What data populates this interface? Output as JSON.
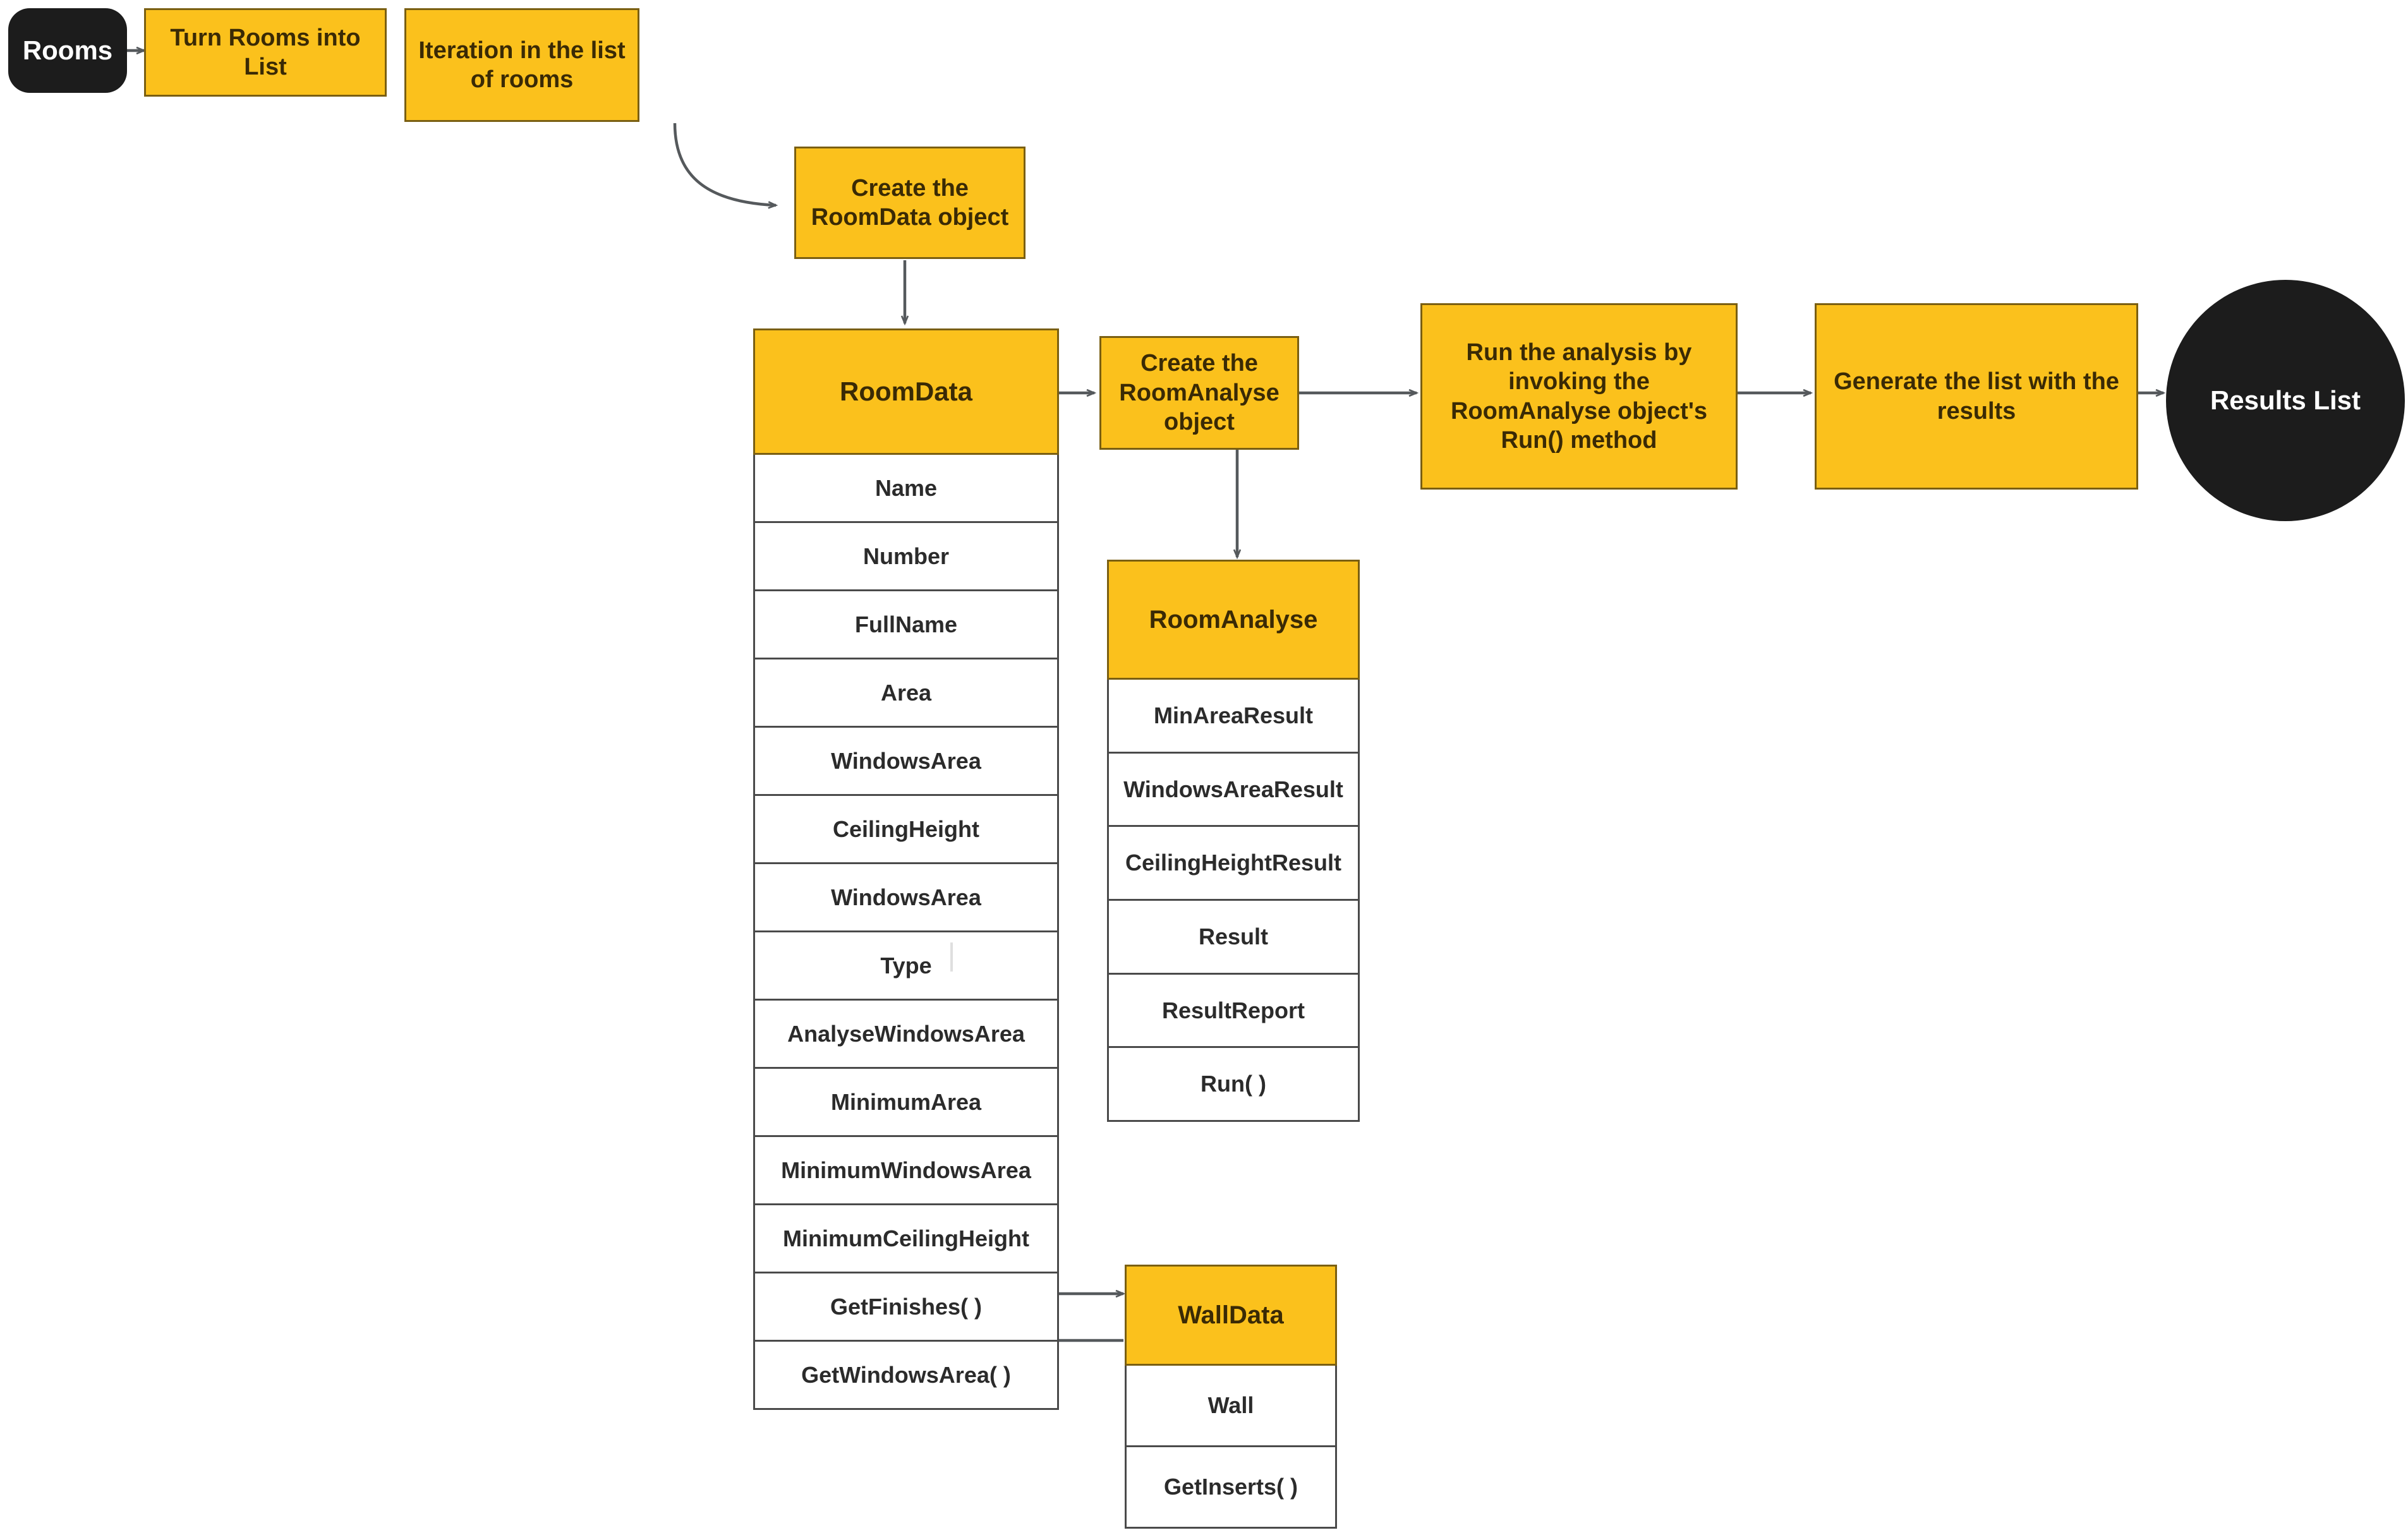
{
  "diagram": {
    "title": "Room Analysis Flow Diagram",
    "colors": {
      "process_fill": "#fbc11c",
      "process_border": "#7a5f12",
      "terminator_fill": "#1c1c1c",
      "terminator_text": "#ffffff",
      "row_border": "#4a4a4a",
      "background": "#ffffff",
      "arrow": "#55595c"
    }
  },
  "nodes": {
    "rooms": {
      "label": "Rooms",
      "shape": "rounded-terminator"
    },
    "turn_rooms_into_list": {
      "label": "Turn Rooms into List",
      "shape": "process"
    },
    "iteration_in_list": {
      "label": "Iteration in the list of rooms",
      "shape": "process"
    },
    "create_roomdata": {
      "label": "Create the RoomData object",
      "shape": "process"
    },
    "create_roomanalyse": {
      "label": "Create the RoomAnalyse object",
      "shape": "process"
    },
    "run_analysis": {
      "label": "Run the analysis by invoking the RoomAnalyse object's Run() method",
      "shape": "process"
    },
    "generate_list": {
      "label": "Generate the list with the results",
      "shape": "process"
    },
    "results_list": {
      "label": "Results List",
      "shape": "ellipse-terminator"
    }
  },
  "classes": {
    "roomdata": {
      "name": "RoomData",
      "members": [
        "Name",
        "Number",
        "FullName",
        "Area",
        "WindowsArea",
        "CeilingHeight",
        "WindowsArea",
        "Type",
        "AnalyseWindowsArea",
        "MinimumArea",
        "MinimumWindowsArea",
        "MinimumCeilingHeight",
        "GetFinishes( )",
        "GetWindowsArea( )"
      ]
    },
    "roomanalyse": {
      "name": "RoomAnalyse",
      "members": [
        "MinAreaResult",
        "WindowsAreaResult",
        "CeilingHeightResult",
        "Result",
        "ResultReport",
        "Run( )"
      ]
    },
    "walldata": {
      "name": "WallData",
      "members": [
        "Wall",
        "GetInserts( )"
      ]
    }
  },
  "edges": [
    {
      "from": "rooms",
      "to": "turn_rooms_into_list",
      "style": "straight"
    },
    {
      "from": "turn_rooms_into_list",
      "to": "iteration_in_list",
      "style": "straight"
    },
    {
      "from": "iteration_in_list",
      "to": "create_roomdata",
      "style": "curved"
    },
    {
      "from": "create_roomdata",
      "to": "roomdata",
      "style": "straight"
    },
    {
      "from": "roomdata",
      "to": "create_roomanalyse",
      "style": "straight"
    },
    {
      "from": "create_roomanalyse",
      "to": "roomanalyse",
      "style": "straight"
    },
    {
      "from": "create_roomanalyse",
      "to": "run_analysis",
      "style": "straight"
    },
    {
      "from": "run_analysis",
      "to": "generate_list",
      "style": "straight"
    },
    {
      "from": "generate_list",
      "to": "results_list",
      "style": "straight"
    },
    {
      "from": "roomdata.GetFinishes( )",
      "to": "walldata",
      "style": "straight"
    },
    {
      "from": "walldata",
      "to": "roomdata.GetWindowsArea( )",
      "style": "straight"
    }
  ]
}
